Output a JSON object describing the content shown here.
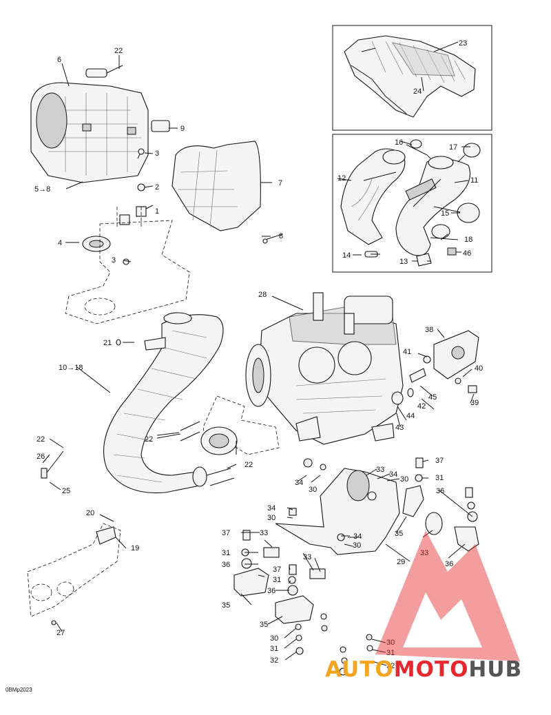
{
  "diagram": {
    "labels": {
      "p1": "1",
      "p2": "2",
      "p3a": "3",
      "p3b": "3",
      "p4": "4",
      "p5": "5→8",
      "p6": "6",
      "p7": "7",
      "p8": "8",
      "p9": "9",
      "p10": "10→18",
      "p11": "11",
      "p12": "12",
      "p13": "13",
      "p14": "14",
      "p15": "15",
      "p16": "16",
      "p17": "17",
      "p18": "18",
      "p19": "19",
      "p20": "20",
      "p21": "21",
      "p22a": "22",
      "p22b": "22",
      "p22c": "22",
      "p22d": "22",
      "p23": "23",
      "p24": "24",
      "p25": "25",
      "p26": "26",
      "p27": "27",
      "p28": "28",
      "p29": "29",
      "p30a": "30",
      "p30b": "30",
      "p30c": "30",
      "p30d": "30",
      "p30e": "30",
      "p30f": "30",
      "p31a": "31",
      "p31b": "31",
      "p31c": "31",
      "p31d": "31",
      "p31e": "31",
      "p32a": "32",
      "p32b": "32",
      "p33a": "33",
      "p33b": "33",
      "p33c": "33",
      "p33d": "33",
      "p34a": "34",
      "p34b": "34",
      "p34c": "34",
      "p34d": "34",
      "p35a": "35",
      "p35b": "35",
      "p35c": "35",
      "p36a": "36",
      "p36b": "36",
      "p36c": "36",
      "p36d": "36",
      "p37a": "37",
      "p37b": "37",
      "p37c": "37",
      "p38": "38",
      "p39": "39",
      "p40": "40",
      "p41": "41",
      "p42": "42",
      "p43": "43",
      "p44": "44",
      "p45": "45",
      "p46": "46"
    },
    "drawing_code": "0BMp2023"
  },
  "watermark": {
    "part1": "AUTO",
    "part2": "MOTO",
    "part3": "HUB",
    "colors": {
      "auto": "#f4a41f",
      "moto": "#e8272d",
      "hub": "#555555",
      "triangle": "#e8272d"
    }
  }
}
